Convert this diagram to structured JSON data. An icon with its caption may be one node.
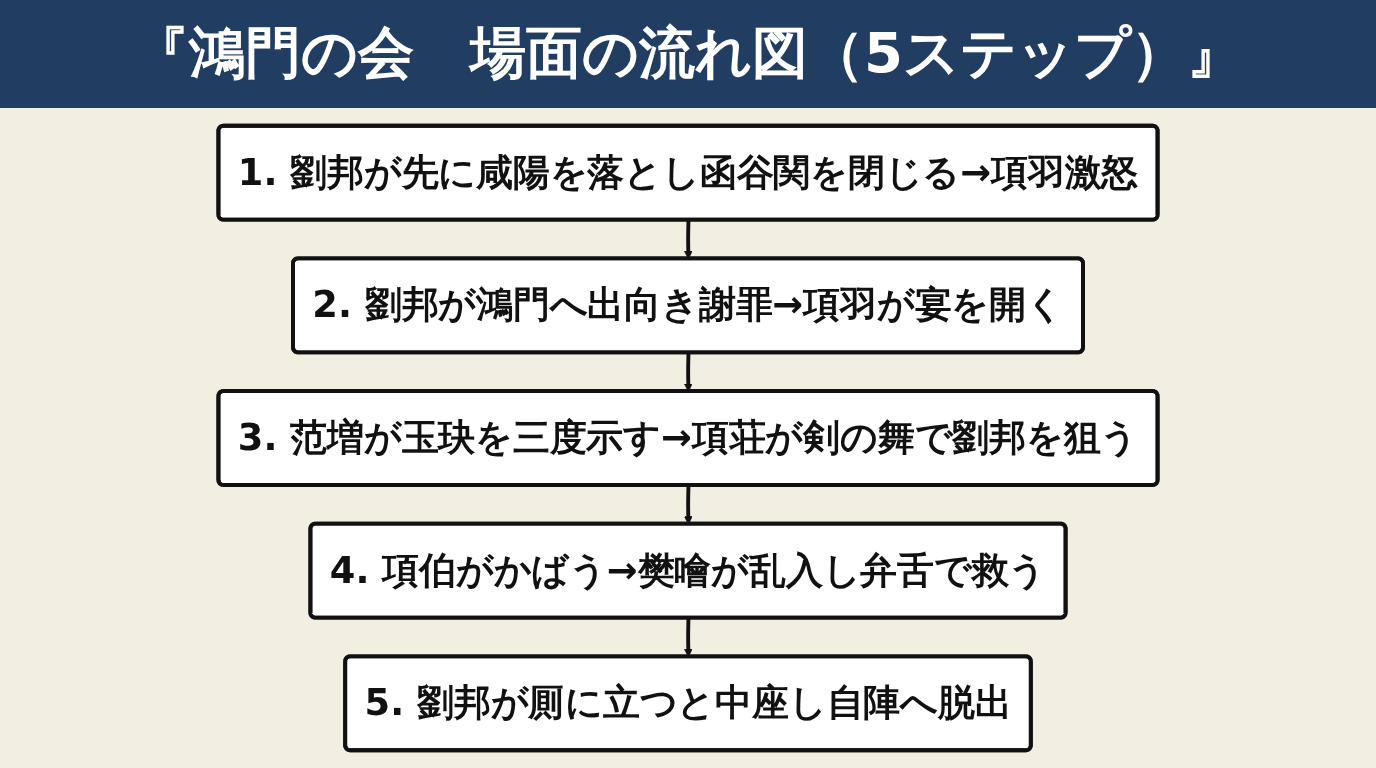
{
  "diagram": {
    "title": "『鴻門の会　場面の流れ図（5ステップ）』",
    "nodes": [
      {
        "text": [
          "1. 劉邦が先に咸陽を落とし函谷関を閉じる→項羽激怒"
        ]
      },
      {
        "text": [
          "2. 劉邦が鴻門へ出向き謝罪→項羽が宴を開く"
        ]
      },
      {
        "text": [
          "3. 范増が玉玦を三度示す→項荘が剣の舞で劉邦を狙う"
        ]
      },
      {
        "text": [
          "4. 項伯がかばう→樊噲が乱入し弁舌で救う"
        ]
      },
      {
        "text": [
          "5. 劉邦が厠に立つと中座し自陣へ脱出"
        ]
      }
    ],
    "edges": [
      {
        "from": 0,
        "to": 1,
        "arrow": "to"
      },
      {
        "from": 1,
        "to": 2,
        "arrow": "to"
      },
      {
        "from": 2,
        "to": 3,
        "arrow": "to"
      },
      {
        "from": 3,
        "to": 4,
        "arrow": "to"
      }
    ]
  }
}
